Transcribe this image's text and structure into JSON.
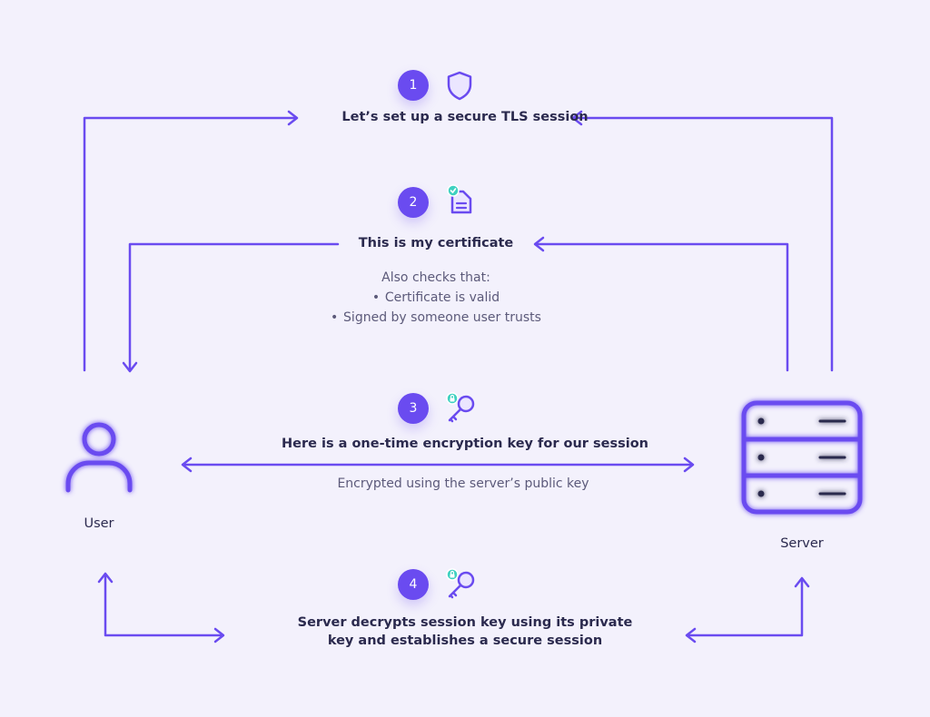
{
  "actors": {
    "user": "User",
    "server": "Server"
  },
  "steps": [
    {
      "number": "1",
      "icon": "shield-icon",
      "title": "Let’s set up a secure TLS session"
    },
    {
      "number": "2",
      "icon": "certificate-icon",
      "title": "This is my certificate",
      "checks_heading": "Also checks that:",
      "checks": [
        "Certificate is valid",
        "Signed by someone user trusts"
      ]
    },
    {
      "number": "3",
      "icon": "key-icon",
      "title": "Here is a one-time encryption key for our session",
      "subtitle": "Encrypted using the server’s public key"
    },
    {
      "number": "4",
      "icon": "key-icon",
      "title_lines": [
        "Server decrypts session key using its private",
        "key and establishes a secure session"
      ]
    }
  ],
  "colors": {
    "accent": "#6a4bf0",
    "badge_teal": "#3fd1c1",
    "background": "#f3f1fc",
    "text": "#2b2a4e"
  }
}
